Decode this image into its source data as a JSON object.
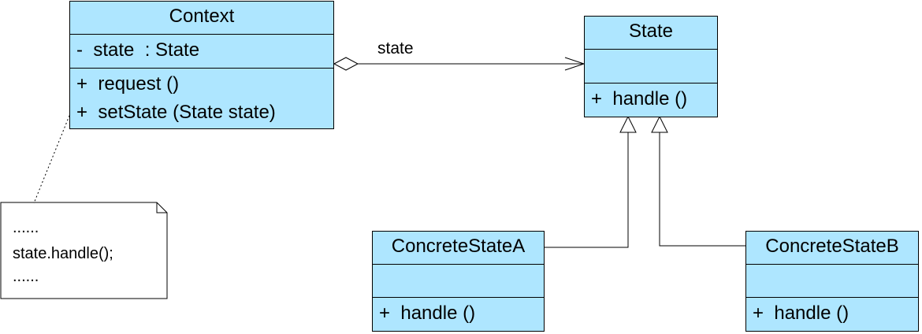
{
  "diagram": {
    "classes": {
      "context": {
        "name": "Context",
        "attributes": [
          "-  state  : State"
        ],
        "operations": [
          "+  request ()",
          "+  setState (State state)"
        ]
      },
      "state": {
        "name": "State",
        "attributes": [],
        "operations": [
          "+  handle ()"
        ]
      },
      "concrete_a": {
        "name": "ConcreteStateA",
        "attributes": [],
        "operations": [
          "+  handle ()"
        ]
      },
      "concrete_b": {
        "name": "ConcreteStateB",
        "attributes": [],
        "operations": [
          "+  handle ()"
        ]
      }
    },
    "association_label": "state",
    "note": {
      "lines": [
        "......",
        "state.handle();",
        "......"
      ]
    },
    "colors": {
      "class_fill": "#aee6ff",
      "stroke": "#000000",
      "note_fill": "#ffffff"
    }
  }
}
